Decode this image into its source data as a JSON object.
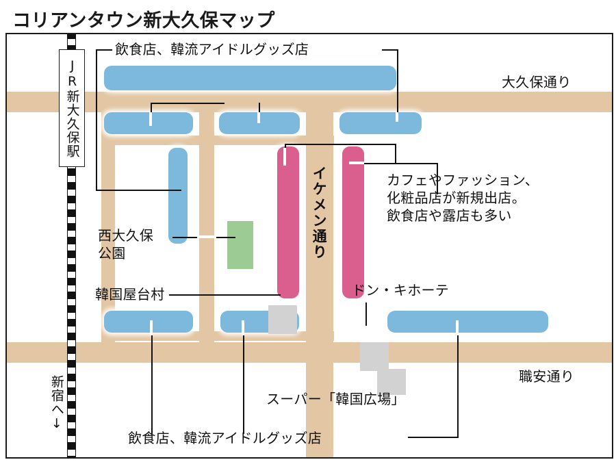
{
  "title": "コリアンタウン新大久保マップ",
  "railway": {
    "station_label": "JR新大久保駅",
    "direction_label": "新宿へ↓"
  },
  "roads": [
    {
      "name": "okubo-dori",
      "label": "大久保通り"
    },
    {
      "name": "shokuan-dori",
      "label": "職安通り"
    },
    {
      "name": "ikemen-dori",
      "label": "イケメン通り"
    }
  ],
  "callouts": {
    "top_shops": "飲食店、韓流アイドルグッズ店",
    "bottom_shops": "飲食店、韓流アイドルグッズ店",
    "ikemen_desc_line1": "カフェやファッション、",
    "ikemen_desc_line2": "化粧品店が新規出店。",
    "ikemen_desc_line3": "飲食店や露店も多い",
    "park_line1": "西大久保",
    "park_line2": "公園",
    "yataimura": "韓国屋台村",
    "donki": "ドン・キホーテ",
    "supermarket": "スーパー「韓国広場」"
  },
  "colors": {
    "shop_blue": "#7cb9dc",
    "shop_pink": "#db5f8e",
    "park_green": "#9ccc94",
    "building_gray": "#d2d2d2",
    "road_tan": "#e3c6a3",
    "ink": "#1a1a1a"
  }
}
